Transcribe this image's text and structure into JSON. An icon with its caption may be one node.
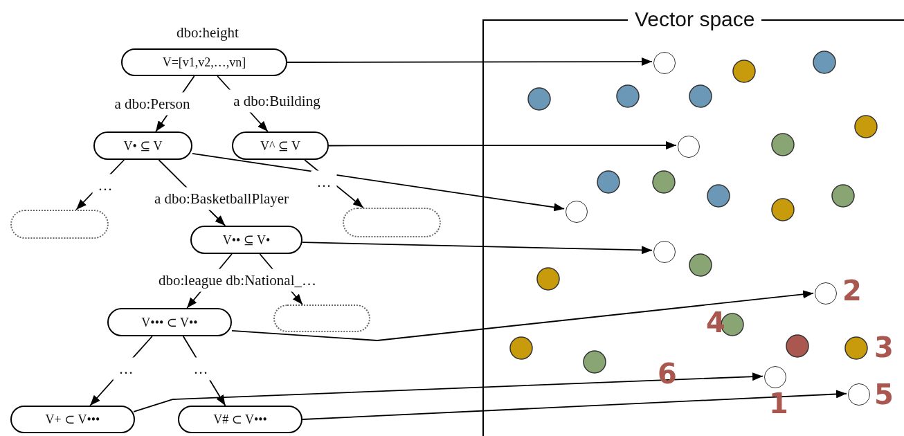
{
  "diagram": {
    "nodes": [
      {
        "text": [
          "V=[v1,v2,…,vn]"
        ],
        "beside": [
          "dbo:height"
        ]
      },
      {
        "text": [
          "V• ⊆ V"
        ]
      },
      {
        "text": [
          "V^ ⊆ V"
        ]
      },
      {
        "text": [],
        "shape": "box"
      },
      {
        "text": [
          "V•• ⊆ V•"
        ]
      },
      {
        "text": [],
        "shape": "box"
      },
      {
        "text": [
          "V••• ⊂ V••"
        ]
      },
      {
        "text": [],
        "shape": "box"
      },
      {
        "text": [
          "V+ ⊂ V•••"
        ]
      },
      {
        "text": [
          "V# ⊂ V•••"
        ]
      },
      {
        "text": [
          "Vector space"
        ]
      },
      {
        "text": [],
        "shape": "circle",
        "in": 10
      },
      {
        "text": [],
        "shape": "circle",
        "in": 10
      },
      {
        "text": [],
        "shape": "circle",
        "in": 10
      },
      {
        "text": [],
        "shape": "circle",
        "in": 10
      },
      {
        "text": [],
        "shape": "circle",
        "in": 10,
        "beside": [
          "2"
        ]
      },
      {
        "text": [],
        "shape": "circle",
        "in": 10,
        "beside": [
          "1"
        ]
      },
      {
        "text": [],
        "shape": "circle",
        "in": 10,
        "beside": [
          "5"
        ]
      }
    ],
    "edges": [
      {
        "from": 0,
        "to": 1,
        "arrow": "to",
        "label": "a dbo:Person"
      },
      {
        "from": 0,
        "to": 2,
        "arrow": "to",
        "label": "a dbo:Building"
      },
      {
        "from": 1,
        "to": 3,
        "arrow": "to",
        "label": "…"
      },
      {
        "from": 1,
        "to": 4,
        "arrow": "to",
        "label": "a dbo:BasketballPlayer"
      },
      {
        "from": 2,
        "to": 5,
        "arrow": "to",
        "label": "…"
      },
      {
        "from": 4,
        "to": 6,
        "arrow": "to",
        "label": "dbo:league db:National_…"
      },
      {
        "from": 4,
        "to": 7,
        "arrow": "to"
      },
      {
        "from": 6,
        "to": 8,
        "arrow": "to",
        "label": "…"
      },
      {
        "from": 6,
        "to": 9,
        "arrow": "to",
        "label": "…"
      },
      {
        "from": 0,
        "to": 11,
        "arrow": "to"
      },
      {
        "from": 2,
        "to": 12,
        "arrow": "to"
      },
      {
        "from": 1,
        "to": 13,
        "arrow": "to"
      },
      {
        "from": 4,
        "to": 14,
        "arrow": "to"
      },
      {
        "from": 6,
        "to": 15,
        "arrow": "to"
      },
      {
        "from": 8,
        "to": 16,
        "arrow": "to"
      },
      {
        "from": 9,
        "to": 17,
        "arrow": "to"
      }
    ],
    "labels": [
      "4",
      "3",
      "6"
    ]
  }
}
